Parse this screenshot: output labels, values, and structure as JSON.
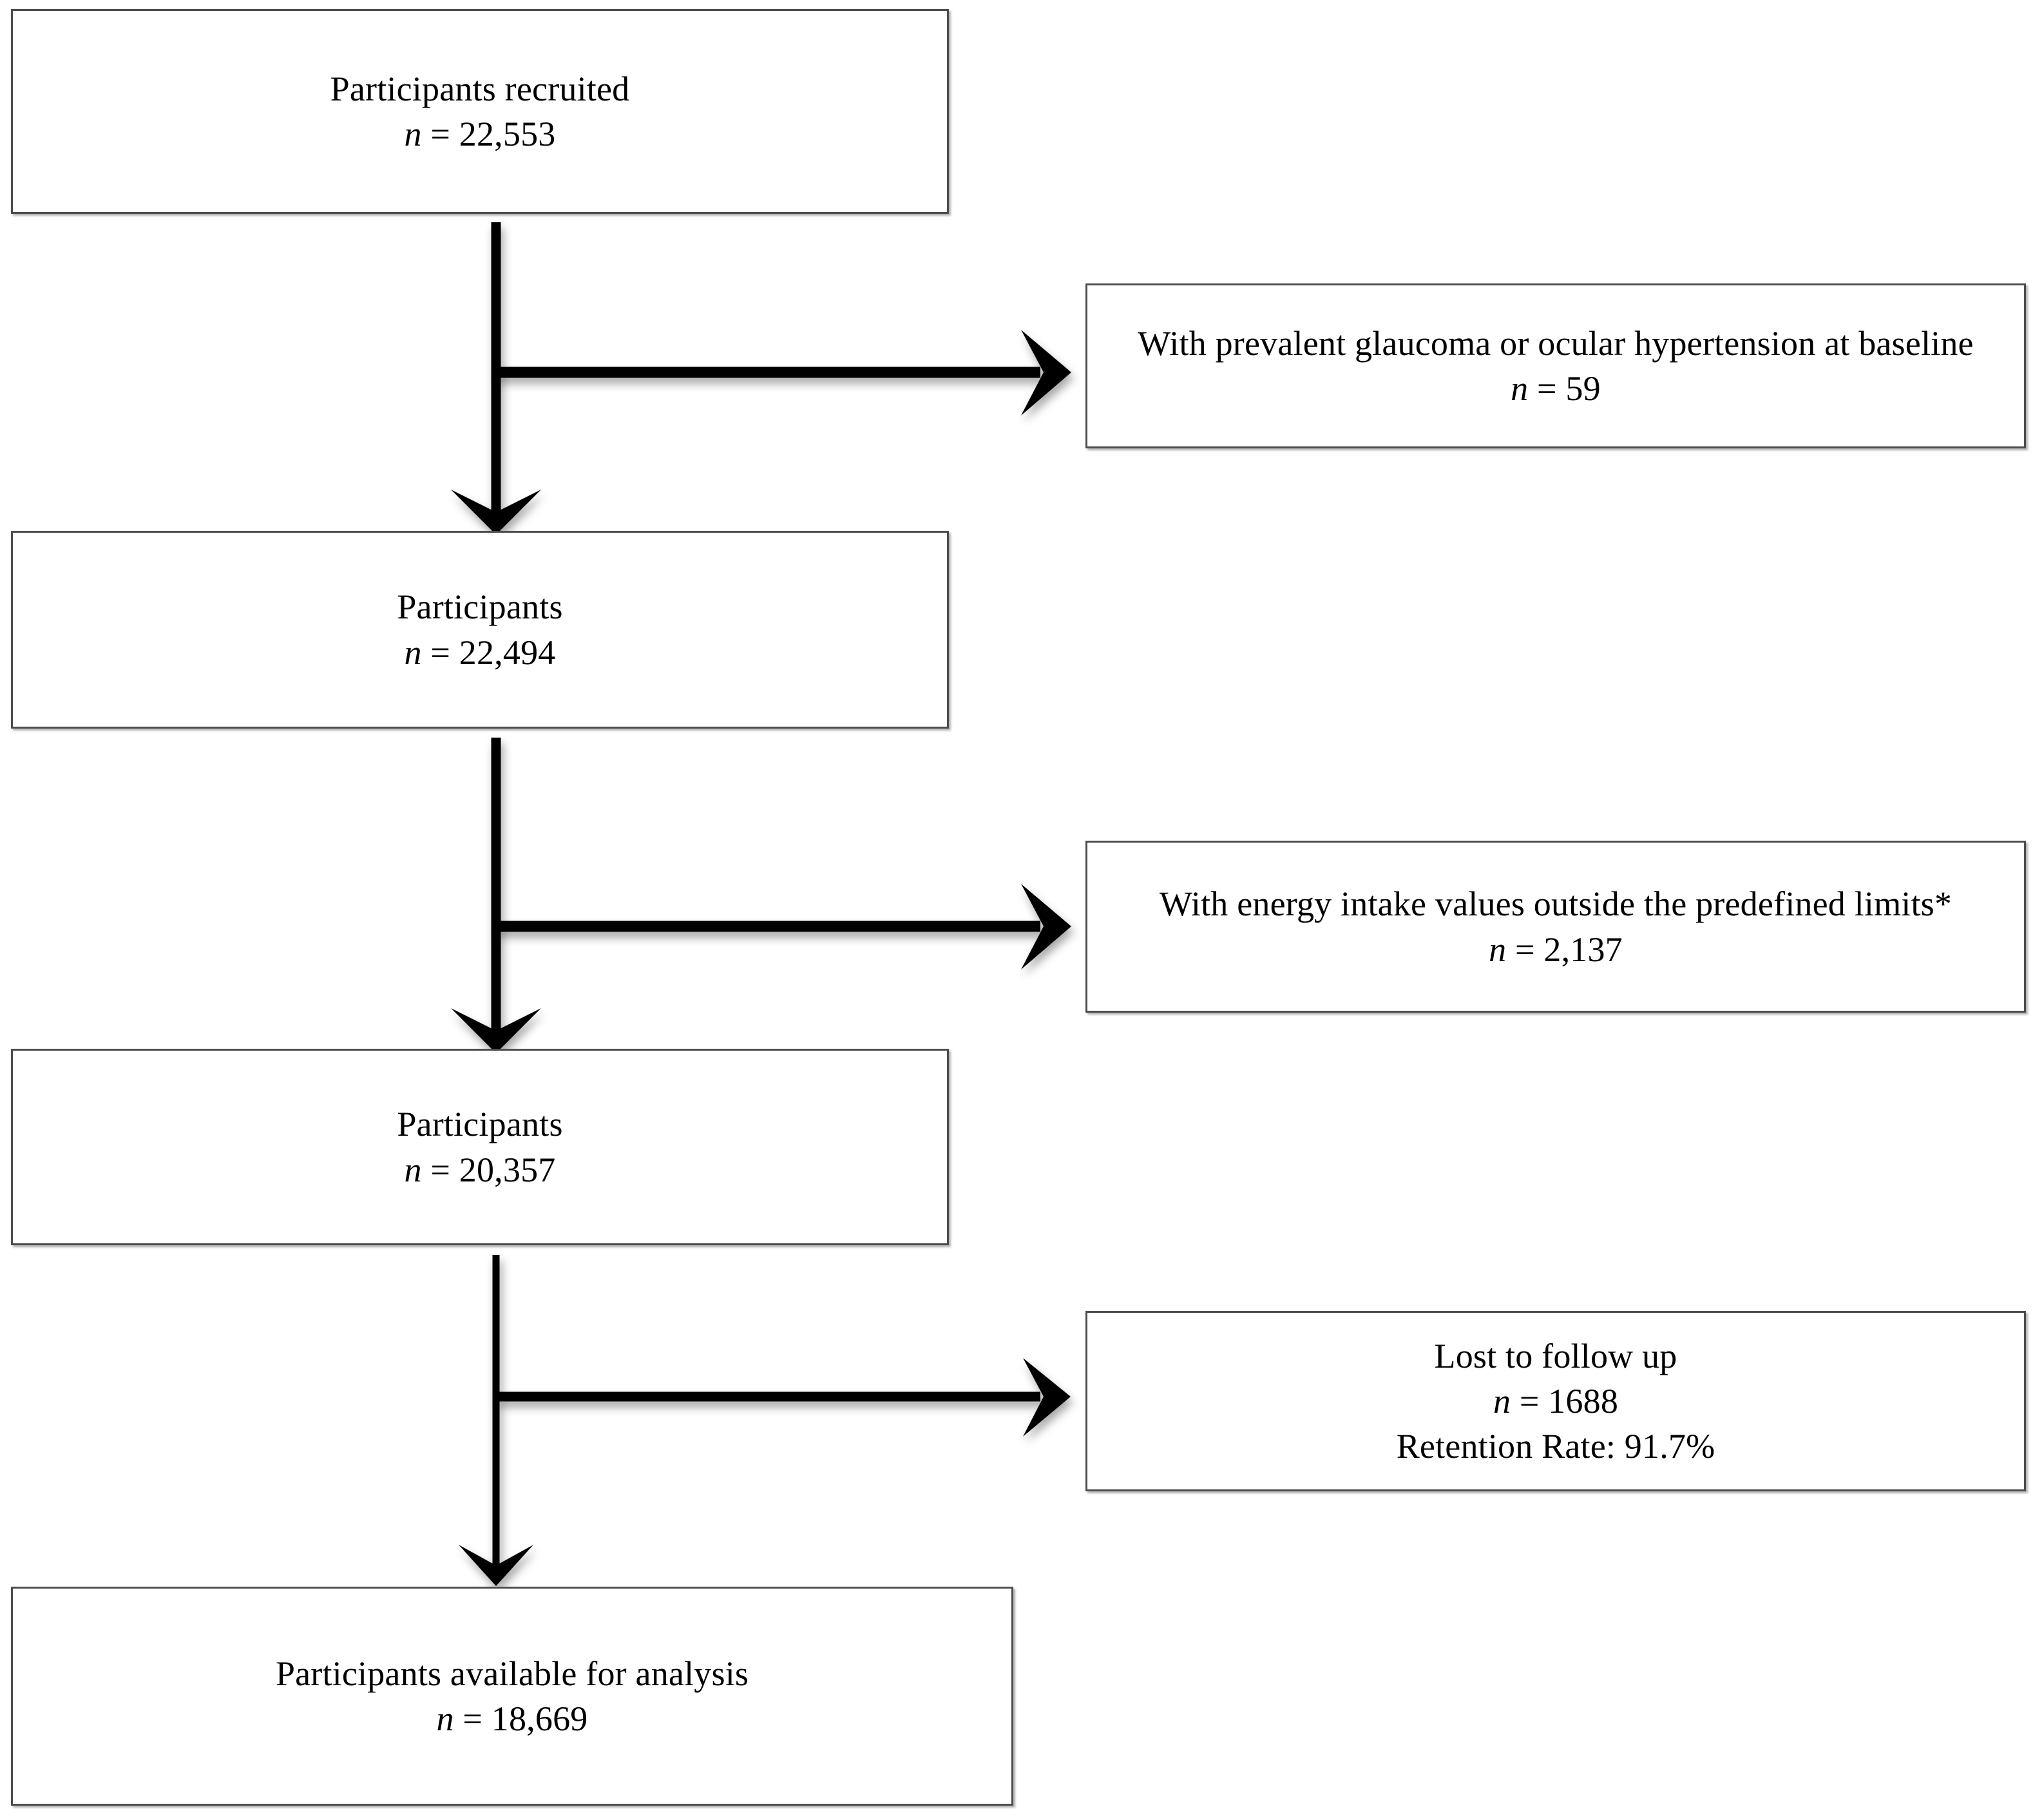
{
  "diagram": {
    "type": "participant-flow-diagram",
    "title": "Participant flow / study exclusion flowchart",
    "stroke_color": "#4d4d4d",
    "arrow_color": "#000000",
    "background_color": "#ffffff"
  },
  "flow": {
    "primary_nodes": [
      {
        "id": "recruited",
        "label": "Participants recruited",
        "count_label": "n = 22,553",
        "n_symbol": "n",
        "n_value": "22,553"
      },
      {
        "id": "participants_after_glaucoma",
        "label": "Participants",
        "count_label": "n = 22,494",
        "n_symbol": "n",
        "n_value": "22,494"
      },
      {
        "id": "participants_after_energy",
        "label": "Participants",
        "count_label": "n = 20,357",
        "n_symbol": "n",
        "n_value": "20,357"
      },
      {
        "id": "available_for_analysis",
        "label": "Participants available for analysis",
        "count_label": "n = 18,669",
        "n_symbol": "n",
        "n_value": "18,669"
      }
    ],
    "exclusion_nodes": [
      {
        "id": "excl_glaucoma",
        "label": "With prevalent glaucoma or ocular hypertension at baseline",
        "count_label": "n = 59",
        "n_symbol": "n",
        "n_value": "59"
      },
      {
        "id": "excl_energy",
        "label": "With energy intake values outside the predefined limits*",
        "count_label": "n = 2,137",
        "n_symbol": "n",
        "n_value": "2,137"
      },
      {
        "id": "excl_lost",
        "label": "Lost to follow up",
        "count_label": "n = 1688",
        "n_symbol": "n",
        "n_value": "1688",
        "extra_label": "Retention Rate: 91.7%",
        "retention_rate": "91.7%"
      }
    ],
    "connectors": [
      {
        "id": "arrow-recruited-to-participants",
        "direction": "down"
      },
      {
        "id": "arrow-branch-glaucoma",
        "direction": "right"
      },
      {
        "id": "arrow-participants-to-participants2",
        "direction": "down"
      },
      {
        "id": "arrow-branch-energy",
        "direction": "right"
      },
      {
        "id": "arrow-participants2-to-analysis",
        "direction": "down"
      },
      {
        "id": "arrow-branch-lost",
        "direction": "right"
      }
    ]
  }
}
